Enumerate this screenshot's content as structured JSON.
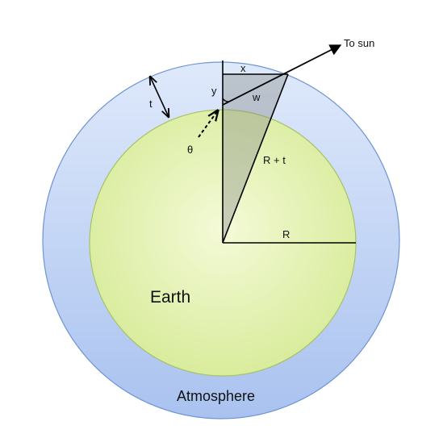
{
  "diagram": {
    "labels": {
      "to_sun": "To sun",
      "x": "x",
      "y": "y",
      "w": "w",
      "t": "t",
      "theta": "θ",
      "r_plus_t": "R + t",
      "r": "R",
      "earth": "Earth",
      "atmosphere": "Atmosphere"
    },
    "colors": {
      "atmosphere_fill_top": "#dfe9fb",
      "atmosphere_fill_bottom": "#a9c2ef",
      "atmosphere_stroke": "#6f93d3",
      "earth_fill_center": "#f4fad8",
      "earth_fill_edge": "#d8ec9a",
      "earth_stroke": "#a6c267",
      "triangle_fill": "#a8aaa6",
      "line": "#000000"
    }
  }
}
